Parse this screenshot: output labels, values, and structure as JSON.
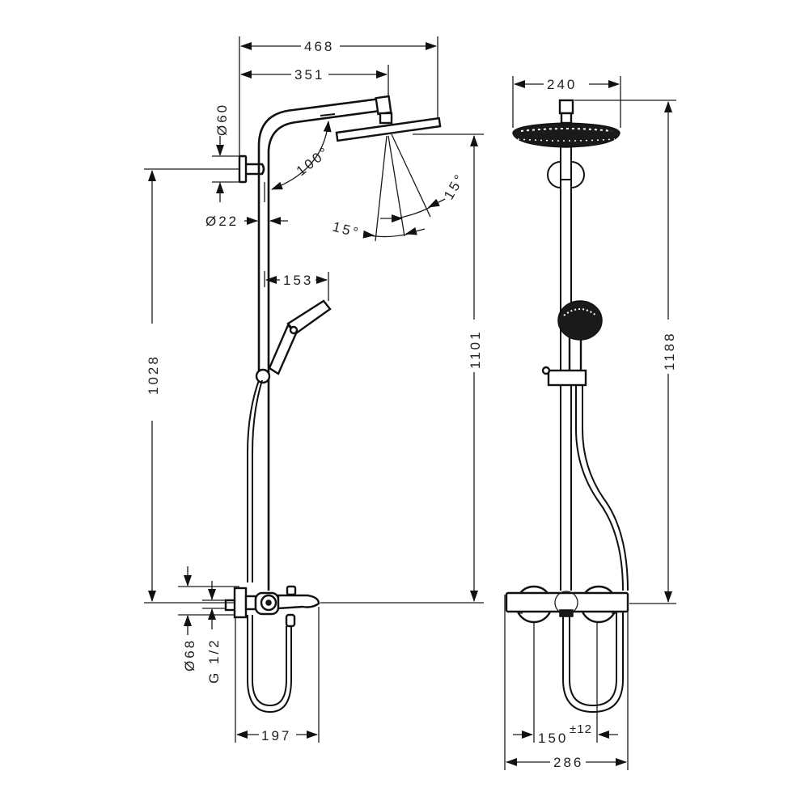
{
  "drawing": {
    "title": "Shower system dimensional drawing",
    "views": [
      "side-view",
      "front-view"
    ],
    "side_view": {
      "dimensions": {
        "overall_projection": "468",
        "arm_projection": "351",
        "wall_flange_diameter": "Ø60",
        "arm_angle": "100°",
        "pipe_diameter": "Ø22",
        "spray_angle_1": "15°",
        "spray_angle_2": "15°",
        "hand_shower_projection": "153",
        "height_mixer_to_wall_bracket": "1028",
        "height_mixer_to_head": "1101",
        "mixer_flange_diameter": "Ø68",
        "thread": "G 1/2",
        "mixer_depth": "197"
      }
    },
    "front_view": {
      "dimensions": {
        "head_diameter": "240",
        "overall_height": "1188",
        "connection_spacing": "150",
        "connection_tolerance": "±12",
        "mixer_width": "286"
      }
    }
  }
}
